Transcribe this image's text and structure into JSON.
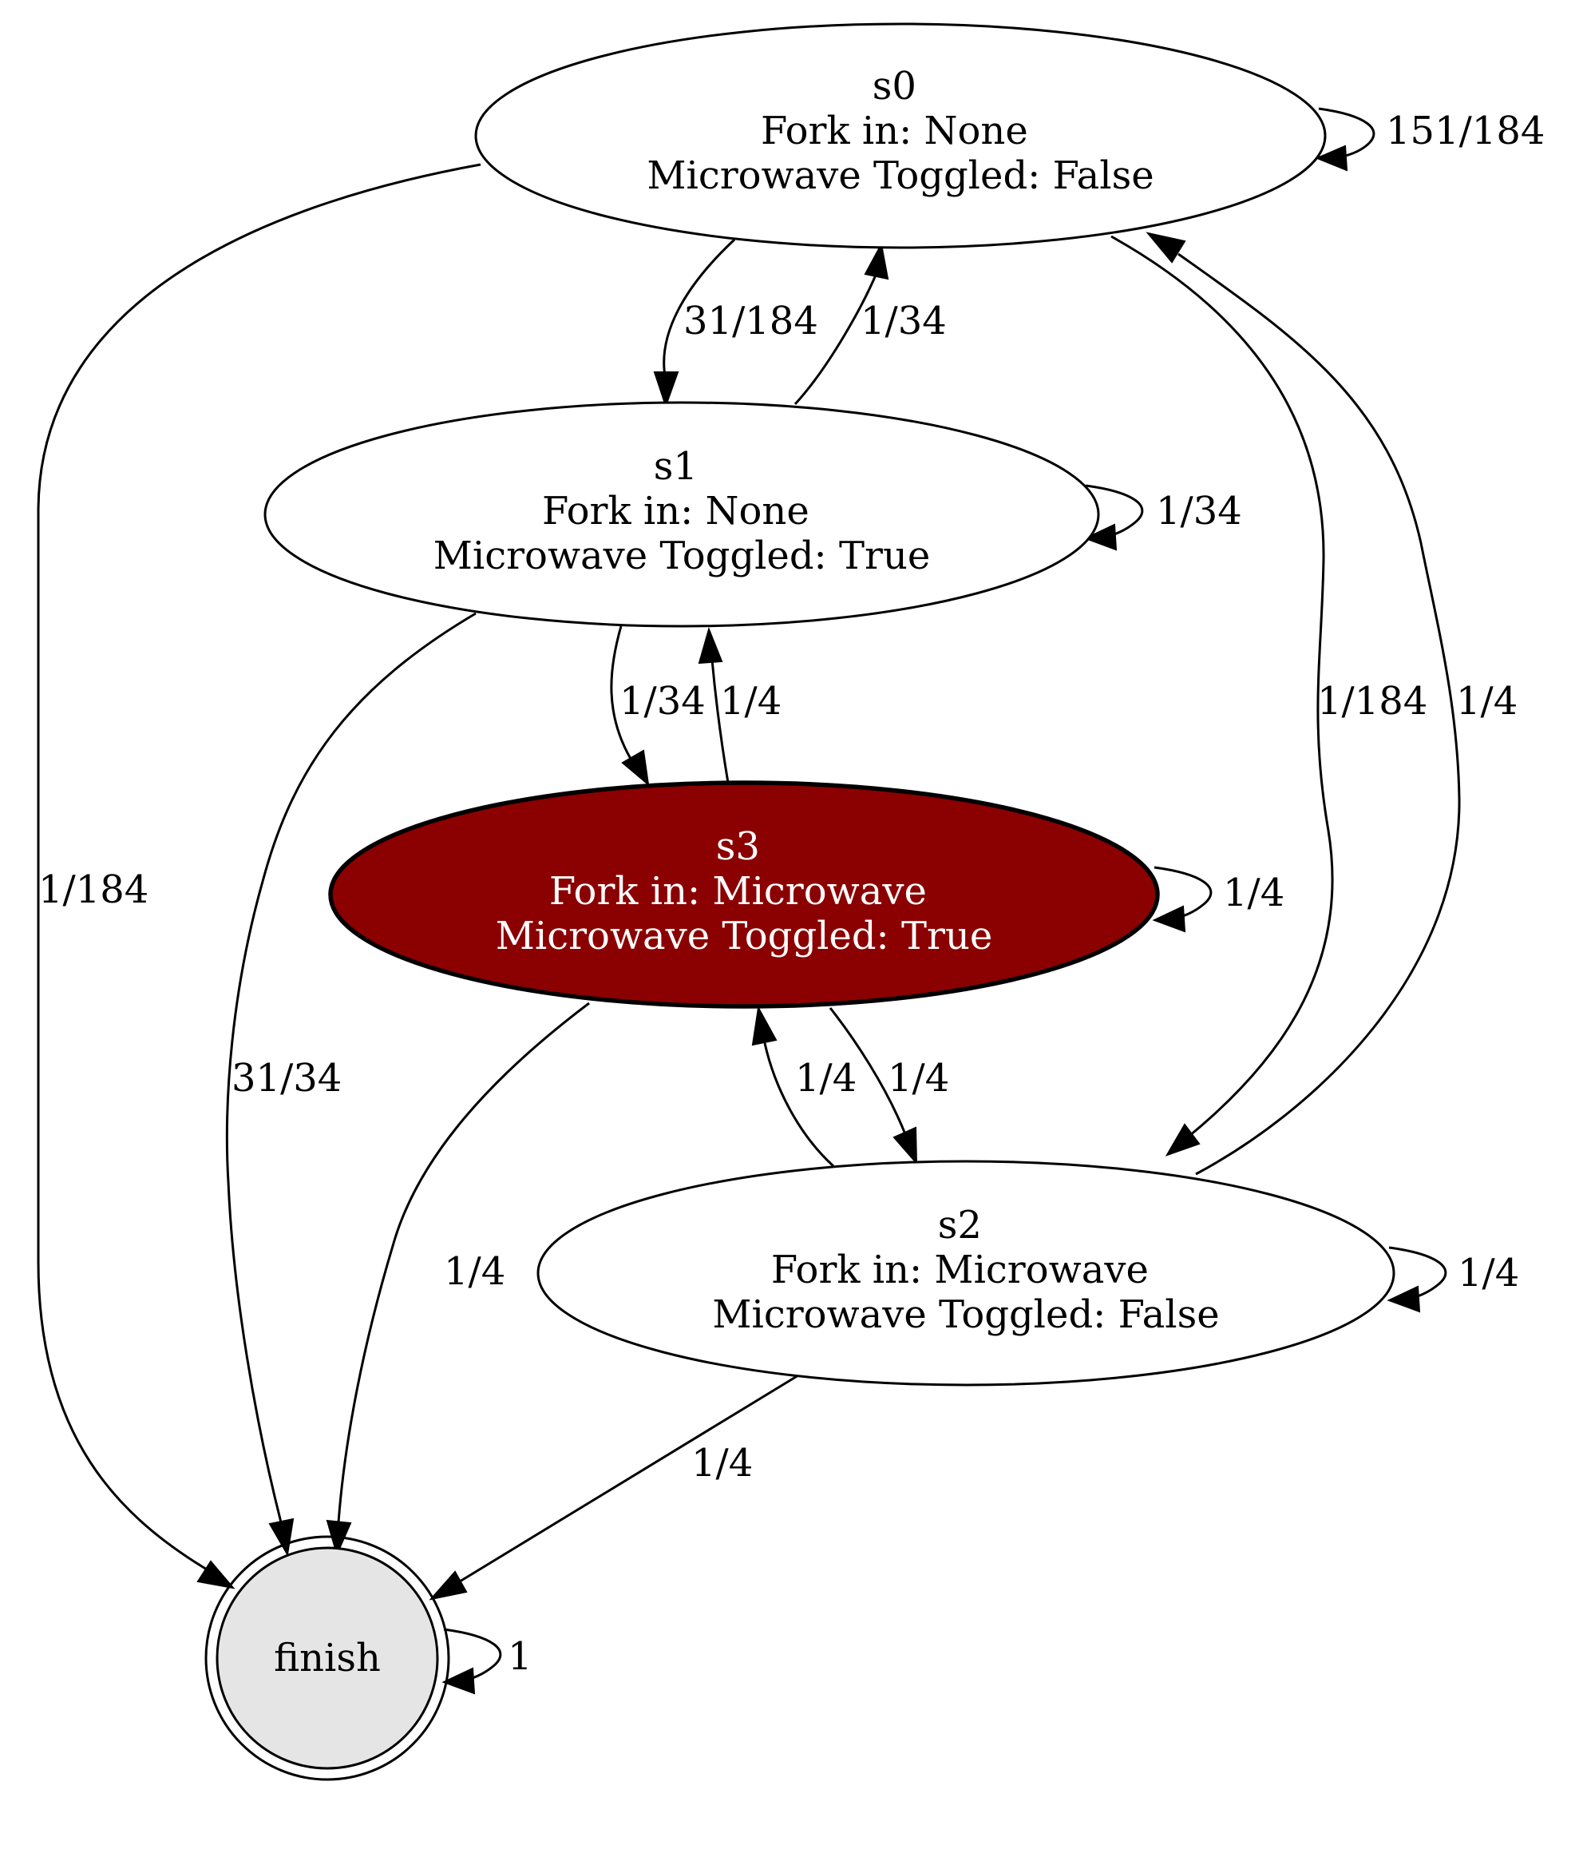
{
  "graph": {
    "nodes": [
      {
        "id": "s0",
        "label_lines": [
          "s0",
          "Fork in: None",
          "Microwave Toggled: False"
        ],
        "shape": "ellipse",
        "fill": "#ffffff",
        "text_color": "#000000",
        "highlighted": false
      },
      {
        "id": "s1",
        "label_lines": [
          "s1",
          "Fork in: None",
          "Microwave Toggled: True"
        ],
        "shape": "ellipse",
        "fill": "#ffffff",
        "text_color": "#000000",
        "highlighted": false
      },
      {
        "id": "s3",
        "label_lines": [
          "s3",
          "Fork in: Microwave",
          "Microwave Toggled: True"
        ],
        "shape": "ellipse",
        "fill": "#8b0000",
        "text_color": "#ffffff",
        "highlighted": true
      },
      {
        "id": "s2",
        "label_lines": [
          "s2",
          "Fork in: Microwave",
          "Microwave Toggled: False"
        ],
        "shape": "ellipse",
        "fill": "#ffffff",
        "text_color": "#000000",
        "highlighted": false
      },
      {
        "id": "finish",
        "label_lines": [
          "finish"
        ],
        "shape": "doublecircle",
        "fill": "#e5e5e5",
        "text_color": "#000000",
        "highlighted": false
      }
    ],
    "edges": [
      {
        "from": "s0",
        "to": "s0",
        "label": "151/184"
      },
      {
        "from": "s0",
        "to": "s1",
        "label": "31/184"
      },
      {
        "from": "s1",
        "to": "s0",
        "label": "1/34"
      },
      {
        "from": "s0",
        "to": "s2",
        "label": "1/184"
      },
      {
        "from": "s2",
        "to": "s0",
        "label": "1/4"
      },
      {
        "from": "s0",
        "to": "finish",
        "label": "1/184"
      },
      {
        "from": "s1",
        "to": "s1",
        "label": "1/34"
      },
      {
        "from": "s1",
        "to": "s3",
        "label": "1/34"
      },
      {
        "from": "s3",
        "to": "s1",
        "label": "1/4"
      },
      {
        "from": "s1",
        "to": "finish",
        "label": "31/34"
      },
      {
        "from": "s3",
        "to": "s3",
        "label": "1/4"
      },
      {
        "from": "s3",
        "to": "s2",
        "label": "1/4"
      },
      {
        "from": "s2",
        "to": "s3",
        "label": "1/4"
      },
      {
        "from": "s3",
        "to": "finish",
        "label": "1/4"
      },
      {
        "from": "s2",
        "to": "s2",
        "label": "1/4"
      },
      {
        "from": "s2",
        "to": "finish",
        "label": "1/4"
      },
      {
        "from": "finish",
        "to": "finish",
        "label": "1"
      }
    ]
  }
}
